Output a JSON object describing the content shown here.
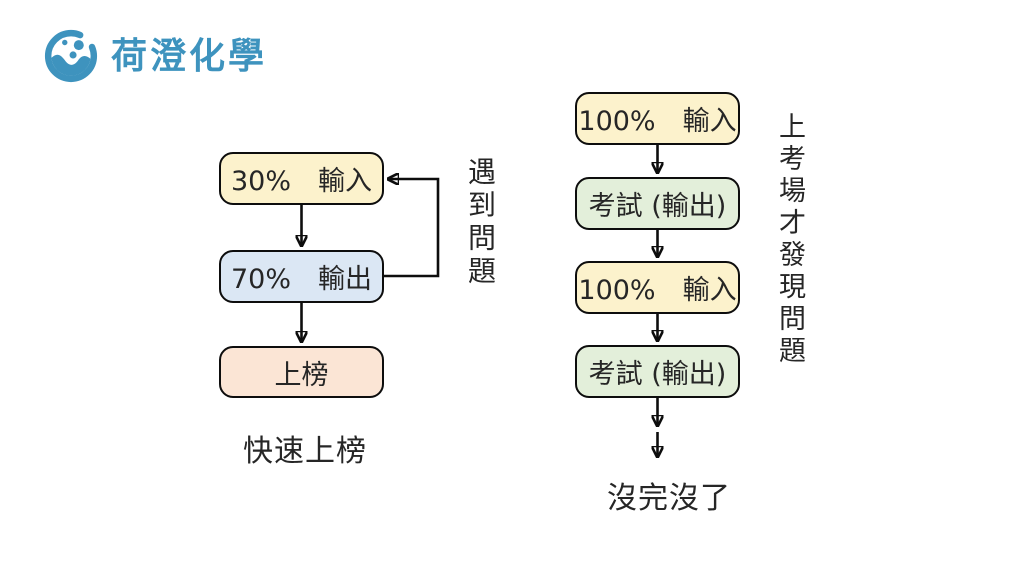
{
  "logo": {
    "text": "荷澄化學",
    "icon": "bubbling-cup-icon",
    "color": "#3E93BE"
  },
  "colors": {
    "ink": "#0D0D0D",
    "text": "#262626",
    "background": "#FFFFFF",
    "box_yellow": "#FCF2CC",
    "box_blue": "#DBE7F4",
    "box_peach": "#FBE5D5",
    "box_green": "#E3EFDA"
  },
  "left_flow": {
    "boxes": [
      {
        "label": "30%　輸入",
        "fill": "#FCF2CC"
      },
      {
        "label": "70%　輸出",
        "fill": "#DBE7F4"
      },
      {
        "label": "上榜",
        "fill": "#FBE5D5"
      }
    ],
    "loop_label": "遇到問題",
    "caption": "快速上榜"
  },
  "right_flow": {
    "boxes": [
      {
        "label": "100%　輸入",
        "fill": "#FCF2CC"
      },
      {
        "label": "考試 (輸出)",
        "fill": "#E3EFDA"
      },
      {
        "label": "100%　輸入",
        "fill": "#FCF2CC"
      },
      {
        "label": "考試 (輸出)",
        "fill": "#E3EFDA"
      }
    ],
    "side_label": "上考場才發現問題",
    "caption": "沒完沒了"
  }
}
